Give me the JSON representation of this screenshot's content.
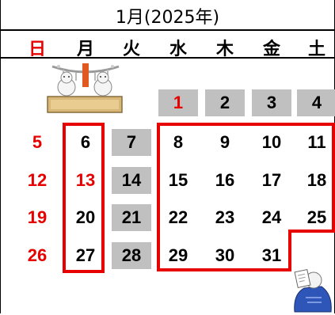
{
  "calendar": {
    "title": "1月(2025年)",
    "weekdays": [
      {
        "label": "日",
        "holiday": true
      },
      {
        "label": "月",
        "holiday": false
      },
      {
        "label": "火",
        "holiday": false
      },
      {
        "label": "水",
        "holiday": false
      },
      {
        "label": "木",
        "holiday": false
      },
      {
        "label": "金",
        "holiday": false
      },
      {
        "label": "土",
        "holiday": false
      }
    ],
    "weeks": [
      [
        null,
        null,
        null,
        {
          "day": "1",
          "gray": true,
          "red": true
        },
        {
          "day": "2",
          "gray": true
        },
        {
          "day": "3",
          "gray": true
        },
        {
          "day": "4",
          "gray": true
        }
      ],
      [
        {
          "day": "5",
          "red": true
        },
        {
          "day": "6"
        },
        {
          "day": "7",
          "gray": true
        },
        {
          "day": "8"
        },
        {
          "day": "9"
        },
        {
          "day": "10"
        },
        {
          "day": "11"
        }
      ],
      [
        {
          "day": "12",
          "red": true
        },
        {
          "day": "13",
          "red": true
        },
        {
          "day": "14",
          "gray": true
        },
        {
          "day": "15"
        },
        {
          "day": "16"
        },
        {
          "day": "17"
        },
        {
          "day": "18"
        }
      ],
      [
        {
          "day": "19",
          "red": true
        },
        {
          "day": "20"
        },
        {
          "day": "21",
          "gray": true
        },
        {
          "day": "22"
        },
        {
          "day": "23"
        },
        {
          "day": "24"
        },
        {
          "day": "25"
        }
      ],
      [
        {
          "day": "26",
          "red": true
        },
        {
          "day": "27"
        },
        {
          "day": "28",
          "gray": true
        },
        {
          "day": "29"
        },
        {
          "day": "30"
        },
        {
          "day": "31"
        },
        null
      ]
    ],
    "colors": {
      "holiday_red": "#e60000",
      "closed_gray": "#c0c0c0",
      "highlight_border": "#e60000"
    },
    "illustrations": [
      "new-year-shrine-illustration",
      "reading-person-illustration"
    ]
  }
}
